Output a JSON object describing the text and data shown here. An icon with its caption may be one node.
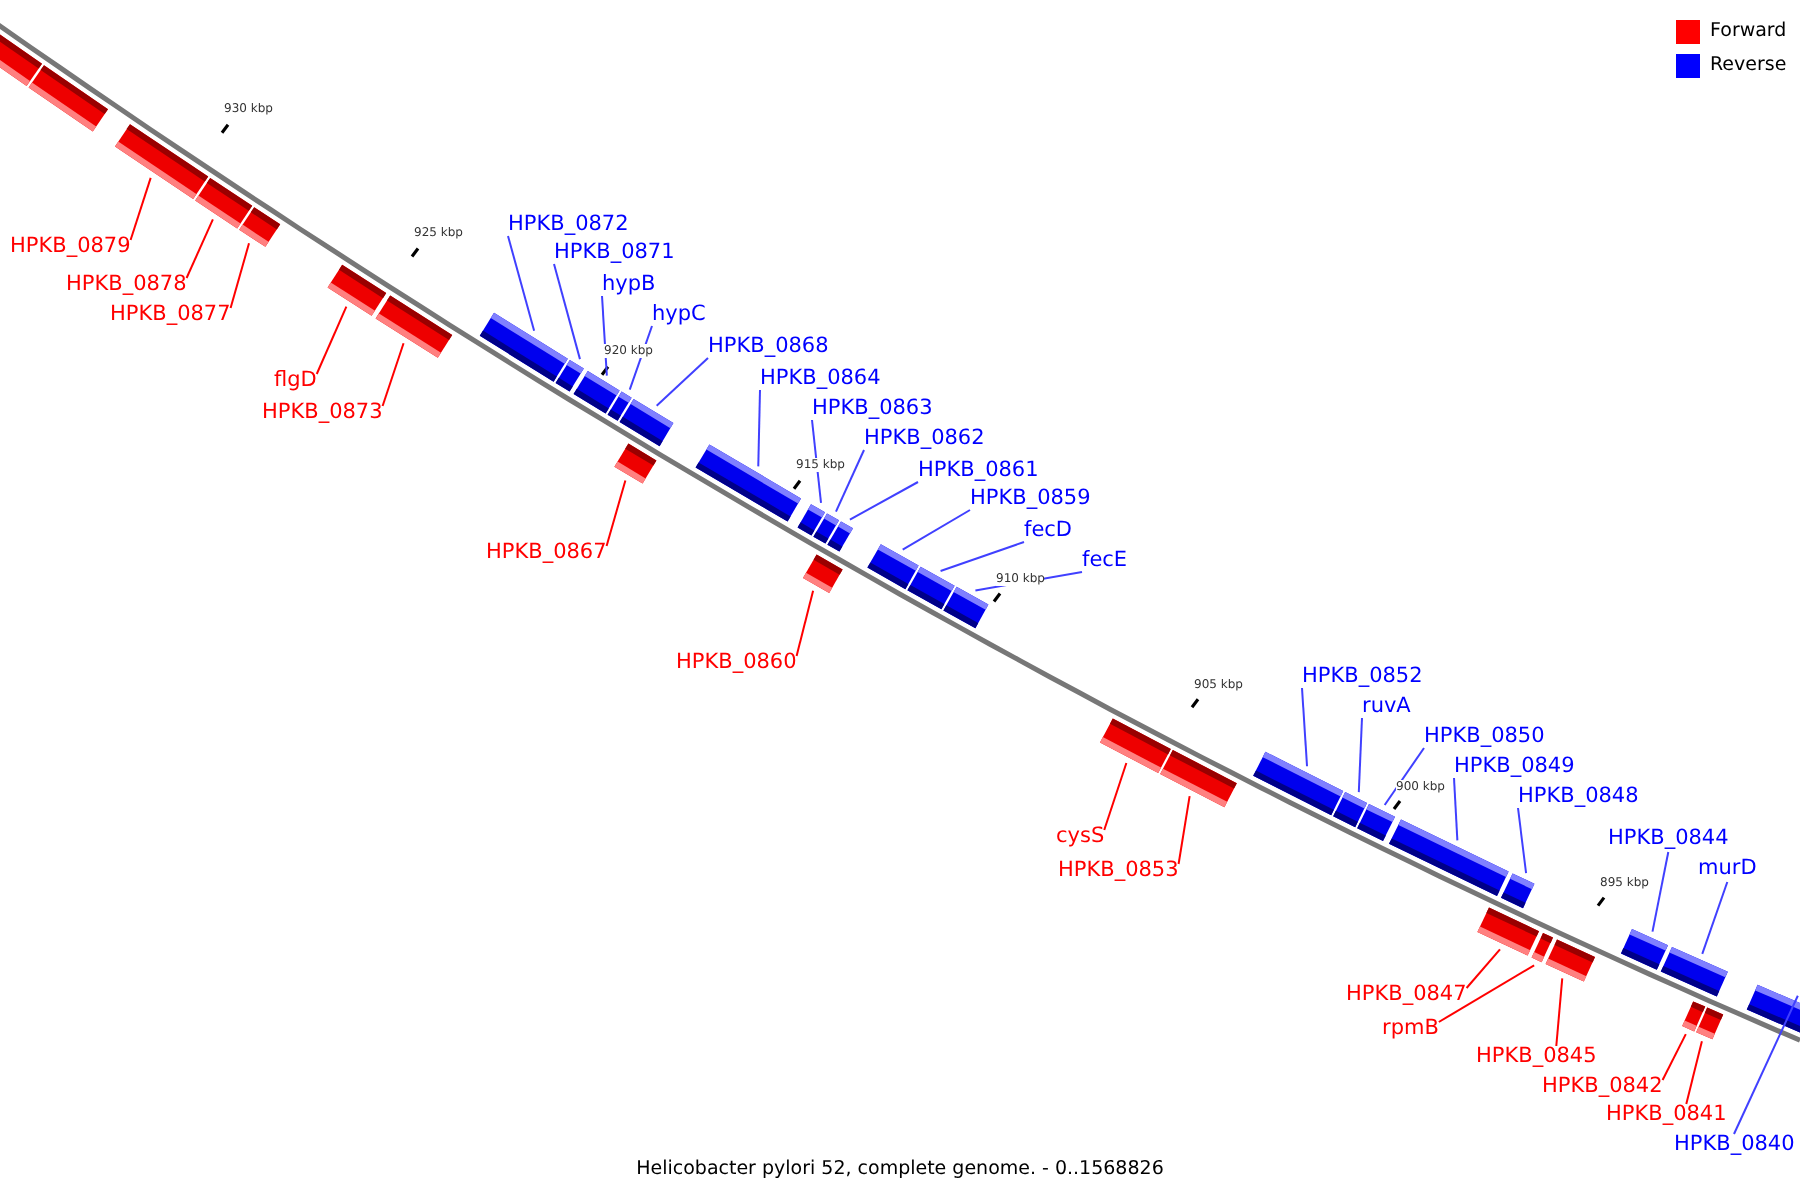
{
  "diagram": {
    "caption": "Helicobacter pylori 52, complete genome. - 0..1568826",
    "nodes": [
      {
        "text": [],
        "shape": "bar"
      },
      {
        "text": [],
        "shape": "bar"
      },
      {
        "text": [
          "HPKB_0879"
        ]
      },
      {
        "text": [],
        "shape": "bar"
      },
      {
        "text": [
          "HPKB_0878"
        ]
      },
      {
        "text": [],
        "shape": "bar"
      },
      {
        "text": [
          "HPKB_0877"
        ]
      },
      {
        "text": [],
        "shape": "bar"
      },
      {
        "text": [
          "flgD"
        ]
      },
      {
        "text": [],
        "shape": "bar"
      },
      {
        "text": [
          "HPKB_0873"
        ]
      },
      {
        "text": [],
        "shape": "bar"
      },
      {
        "text": [
          "HPKB_0872"
        ]
      },
      {
        "text": [],
        "shape": "bar"
      },
      {
        "text": [
          "HPKB_0871"
        ]
      },
      {
        "text": [],
        "shape": "bar"
      },
      {
        "text": [
          "hypB"
        ]
      },
      {
        "text": [],
        "shape": "bar"
      },
      {
        "text": [
          "hypC"
        ]
      },
      {
        "text": [],
        "shape": "bar"
      },
      {
        "text": [
          "HPKB_0868"
        ]
      },
      {
        "text": [],
        "shape": "bar"
      },
      {
        "text": [
          "HPKB_0867"
        ]
      },
      {
        "text": [],
        "shape": "bar"
      },
      {
        "text": [
          "HPKB_0864"
        ]
      },
      {
        "text": [],
        "shape": "bar"
      },
      {
        "text": [
          "HPKB_0863"
        ]
      },
      {
        "text": [],
        "shape": "bar"
      },
      {
        "text": [
          "HPKB_0862"
        ]
      },
      {
        "text": [],
        "shape": "bar"
      },
      {
        "text": [
          "HPKB_0861"
        ]
      },
      {
        "text": [],
        "shape": "bar"
      },
      {
        "text": [
          "HPKB_0859"
        ]
      },
      {
        "text": [],
        "shape": "bar"
      },
      {
        "text": [
          "fecD"
        ]
      },
      {
        "text": [],
        "shape": "bar"
      },
      {
        "text": [
          "HPKB_0860"
        ]
      },
      {
        "text": [],
        "shape": "bar"
      },
      {
        "text": [
          "fecE"
        ]
      },
      {
        "text": [],
        "shape": "bar"
      },
      {
        "text": [
          "cysS"
        ]
      },
      {
        "text": [],
        "shape": "bar"
      },
      {
        "text": [
          "HPKB_0853"
        ]
      },
      {
        "text": [],
        "shape": "bar"
      },
      {
        "text": [
          "HPKB_0852"
        ]
      },
      {
        "text": [],
        "shape": "bar"
      },
      {
        "text": [
          "ruvA"
        ]
      },
      {
        "text": [],
        "shape": "bar"
      },
      {
        "text": [
          "HPKB_0850"
        ]
      },
      {
        "text": [],
        "shape": "bar"
      },
      {
        "text": [
          "HPKB_0849"
        ]
      },
      {
        "text": [],
        "shape": "bar"
      },
      {
        "text": [
          "HPKB_0848"
        ]
      },
      {
        "text": [],
        "shape": "bar"
      },
      {
        "text": [
          "HPKB_0844"
        ]
      },
      {
        "text": [],
        "shape": "bar"
      },
      {
        "text": [
          "murD"
        ]
      },
      {
        "text": [],
        "shape": "bar"
      },
      {
        "text": [
          "HPKB_0847"
        ]
      },
      {
        "text": [],
        "shape": "bar"
      },
      {
        "text": [
          "rpmB"
        ]
      },
      {
        "text": [],
        "shape": "bar"
      },
      {
        "text": [
          "HPKB_0845"
        ]
      },
      {
        "text": [],
        "shape": "bar"
      },
      {
        "text": [
          "HPKB_0842"
        ]
      },
      {
        "text": [],
        "shape": "bar"
      },
      {
        "text": [
          "HPKB_0841"
        ]
      },
      {
        "text": [],
        "shape": "bar"
      },
      {
        "text": [
          "HPKB_0840"
        ]
      },
      {
        "text": [],
        "shape": "bar"
      }
    ],
    "edges": [
      {
        "from": 2,
        "to": 3,
        "arrow": "none",
        "color": "#ff0000"
      },
      {
        "from": 4,
        "to": 5,
        "arrow": "none",
        "color": "#ff0000"
      },
      {
        "from": 6,
        "to": 7,
        "arrow": "none",
        "color": "#ff0000"
      },
      {
        "from": 8,
        "to": 9,
        "arrow": "none",
        "color": "#ff0000"
      },
      {
        "from": 10,
        "to": 11,
        "arrow": "none",
        "color": "#ff0000"
      },
      {
        "from": 12,
        "to": 13,
        "arrow": "none"
      },
      {
        "from": 14,
        "to": 15,
        "arrow": "none"
      },
      {
        "from": 16,
        "to": 17,
        "arrow": "none"
      },
      {
        "from": 18,
        "to": 19,
        "arrow": "none"
      },
      {
        "from": 20,
        "to": 21,
        "arrow": "none"
      },
      {
        "from": 22,
        "to": 23,
        "arrow": "none",
        "color": "#ff0000"
      },
      {
        "from": 24,
        "to": 25,
        "arrow": "none"
      },
      {
        "from": 26,
        "to": 27,
        "arrow": "none"
      },
      {
        "from": 28,
        "to": 29,
        "arrow": "none"
      },
      {
        "from": 30,
        "to": 31,
        "arrow": "none"
      },
      {
        "from": 32,
        "to": 33,
        "arrow": "none"
      },
      {
        "from": 34,
        "to": 35,
        "arrow": "none"
      },
      {
        "from": 36,
        "to": 37,
        "arrow": "none",
        "color": "#ff0000"
      },
      {
        "from": 38,
        "to": 39,
        "arrow": "none"
      },
      {
        "from": 40,
        "to": 41,
        "arrow": "none",
        "color": "#ff0000"
      },
      {
        "from": 42,
        "to": 43,
        "arrow": "none",
        "color": "#ff0000"
      },
      {
        "from": 44,
        "to": 45,
        "arrow": "none"
      },
      {
        "from": 46,
        "to": 47,
        "arrow": "none"
      },
      {
        "from": 48,
        "to": 49,
        "arrow": "none"
      },
      {
        "from": 50,
        "to": 51,
        "arrow": "none"
      },
      {
        "from": 52,
        "to": 53,
        "arrow": "none"
      },
      {
        "from": 54,
        "to": 55,
        "arrow": "none"
      },
      {
        "from": 56,
        "to": 57,
        "arrow": "none"
      },
      {
        "from": 58,
        "to": 59,
        "arrow": "none",
        "color": "#ff0000"
      },
      {
        "from": 60,
        "to": 61,
        "arrow": "none",
        "color": "#ff0000"
      },
      {
        "from": 62,
        "to": 63,
        "arrow": "none",
        "color": "#ff0000"
      },
      {
        "from": 64,
        "to": 65,
        "arrow": "none",
        "color": "#ff0000"
      },
      {
        "from": 66,
        "to": 67,
        "arrow": "none",
        "color": "#ff0000"
      },
      {
        "from": 68,
        "to": 69,
        "arrow": "none"
      }
    ],
    "labels": [
      "930 kbp",
      "925 kbp",
      "920 kbp",
      "915 kbp",
      "910 kbp",
      "905 kbp",
      "900 kbp",
      "895 kbp"
    ],
    "legend": [
      {
        "text": "Forward",
        "color": "#ff0000"
      },
      {
        "text": "Reverse",
        "color": "#0000ff"
      }
    ]
  }
}
